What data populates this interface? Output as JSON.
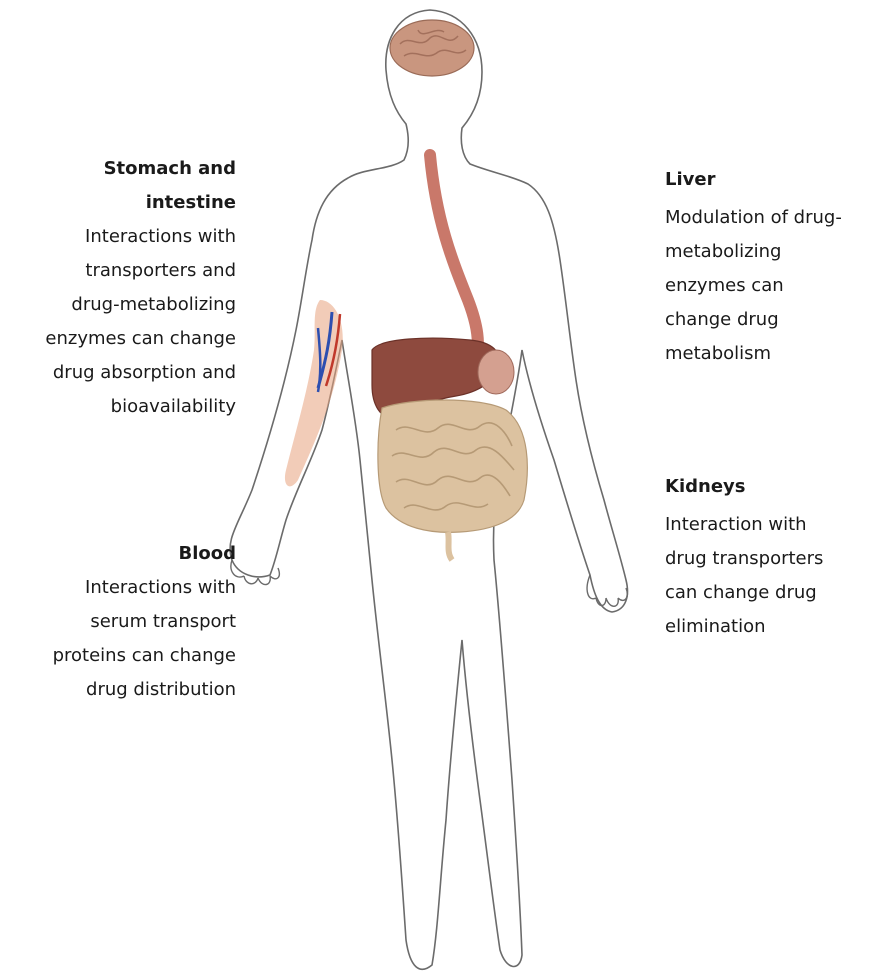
{
  "annotations": {
    "stomach": {
      "title_lines": [
        "Stomach and",
        "intestine"
      ],
      "body_lines": [
        "Interactions with",
        "transporters and",
        "drug-metabolizing",
        "enzymes can change",
        "drug absorption and",
        "bioavailability"
      ]
    },
    "blood": {
      "title_lines": [
        "Blood"
      ],
      "body_lines": [
        "Interactions with",
        "serum transport",
        "proteins can change",
        "drug distribution"
      ]
    },
    "liver": {
      "title_lines": [
        "Liver"
      ],
      "body_lines": [
        "Modulation of drug-",
        "metabolizing",
        "enzymes can",
        "change drug",
        "metabolism"
      ]
    },
    "kidneys": {
      "title_lines": [
        "Kidneys"
      ],
      "body_lines": [
        "Interaction with",
        "drug transporters",
        "can change drug",
        "elimination"
      ]
    }
  },
  "colors": {
    "outline": "#6b6b6b",
    "brain": "#c9967f",
    "esophagus": "#c9786a",
    "liver": "#8e4a3e",
    "intestine": "#dcc2a0",
    "arm_tissue": "#e8a27e",
    "vein": "#2d4fb0",
    "artery": "#c0392b"
  }
}
